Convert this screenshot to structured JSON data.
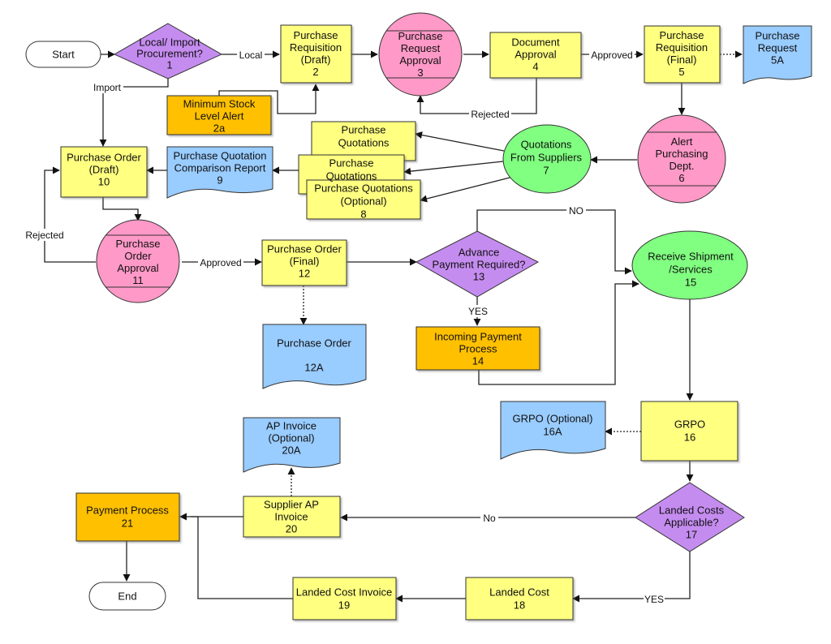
{
  "colors": {
    "yellow": "#ffff80",
    "orange": "#ffc000",
    "pink": "#ff99c7",
    "purple": "#c58cf0",
    "green": "#80ff80",
    "blue": "#99ccff",
    "white": "#ffffff"
  },
  "nodes": {
    "n_start": {
      "lines": [
        "Start"
      ]
    },
    "n_end": {
      "lines": [
        "End"
      ]
    },
    "n1": {
      "lines": [
        "Local/ Import",
        "Procurement?",
        "1"
      ]
    },
    "n2": {
      "lines": [
        "Purchase",
        "Requisition",
        "(Draft)",
        "2"
      ]
    },
    "n2a": {
      "lines": [
        "Minimum Stock",
        "Level Alert",
        "2a"
      ]
    },
    "n3": {
      "lines": [
        "Purchase",
        "Request",
        "Approval",
        "3"
      ]
    },
    "n4": {
      "lines": [
        "Document",
        "Approval",
        "4"
      ]
    },
    "n5": {
      "lines": [
        "Purchase",
        "Requisition",
        "(Final)",
        "5"
      ]
    },
    "n5a": {
      "lines": [
        "Purchase",
        "Request",
        "5A"
      ]
    },
    "n6": {
      "lines": [
        "Alert",
        "Purchasing",
        "Dept.",
        "6"
      ]
    },
    "n7": {
      "lines": [
        "Quotations",
        "From Suppliers",
        "7"
      ]
    },
    "n8top": {
      "lines": [
        "Purchase",
        "Quotations"
      ]
    },
    "n8mid": {
      "lines": [
        "Purchase",
        "Quotations"
      ]
    },
    "n8": {
      "lines": [
        "Purchase Quotations",
        "(Optional)",
        "8"
      ]
    },
    "n9": {
      "lines": [
        "Purchase Quotation",
        "Comparison Report",
        "9"
      ]
    },
    "n10": {
      "lines": [
        "Purchase Order",
        "(Draft)",
        "10"
      ]
    },
    "n11": {
      "lines": [
        "Purchase",
        "Order",
        "Approval",
        "11"
      ]
    },
    "n12": {
      "lines": [
        "Purchase Order",
        "(Final)",
        "12"
      ]
    },
    "n12a": {
      "lines": [
        "Purchase Order",
        "",
        "12A"
      ]
    },
    "n13": {
      "lines": [
        "Advance",
        "Payment Required?",
        "13"
      ]
    },
    "n14": {
      "lines": [
        "Incoming Payment",
        "Process",
        "14"
      ]
    },
    "n15": {
      "lines": [
        "Receive Shipment",
        "/Services",
        "15"
      ]
    },
    "n16": {
      "lines": [
        "GRPO",
        "16"
      ]
    },
    "n16a": {
      "lines": [
        "GRPO (Optional)",
        "16A"
      ]
    },
    "n17": {
      "lines": [
        "Landed Costs",
        "Applicable?",
        "17"
      ]
    },
    "n18": {
      "lines": [
        "Landed Cost",
        "18"
      ]
    },
    "n19": {
      "lines": [
        "Landed Cost Invoice",
        "19"
      ]
    },
    "n20": {
      "lines": [
        "Supplier AP",
        "Invoice",
        "20"
      ]
    },
    "n20a": {
      "lines": [
        "AP Invoice",
        "(Optional)",
        "20A"
      ]
    },
    "n21": {
      "lines": [
        "Payment Process",
        "21"
      ]
    }
  },
  "edge_labels": {
    "local": "Local",
    "import": "Import",
    "approved_4": "Approved",
    "rejected_4": "Rejected",
    "rejected_11": "Rejected",
    "approved_11": "Approved",
    "no_13": "NO",
    "yes_13": "YES",
    "no_17": "No",
    "yes_17": "YES"
  }
}
